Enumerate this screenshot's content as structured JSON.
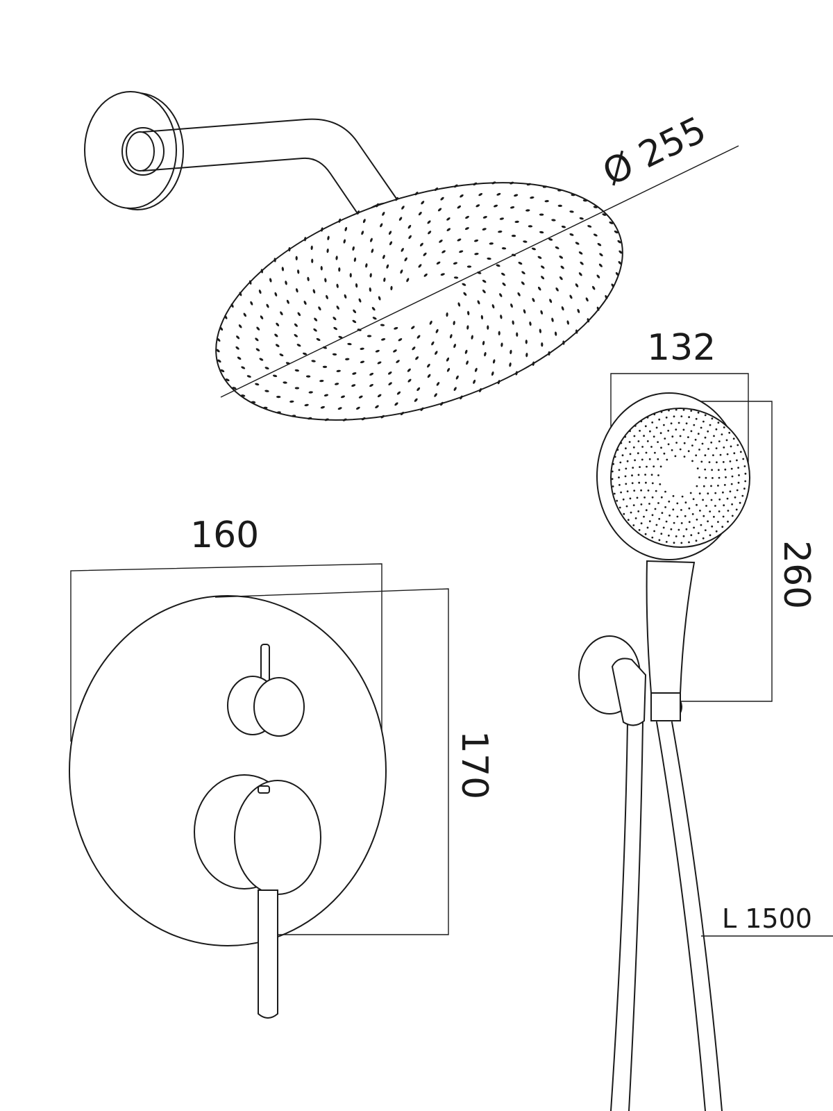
{
  "dimensions": {
    "overhead_diameter": "Ø 255",
    "hand_shower_width": "132",
    "hand_shower_length": "260",
    "plate_width": "160",
    "plate_height": "170",
    "hose_length": "L 1500"
  },
  "colors": {
    "line": "#1a1a1a",
    "background": "#ffffff"
  }
}
